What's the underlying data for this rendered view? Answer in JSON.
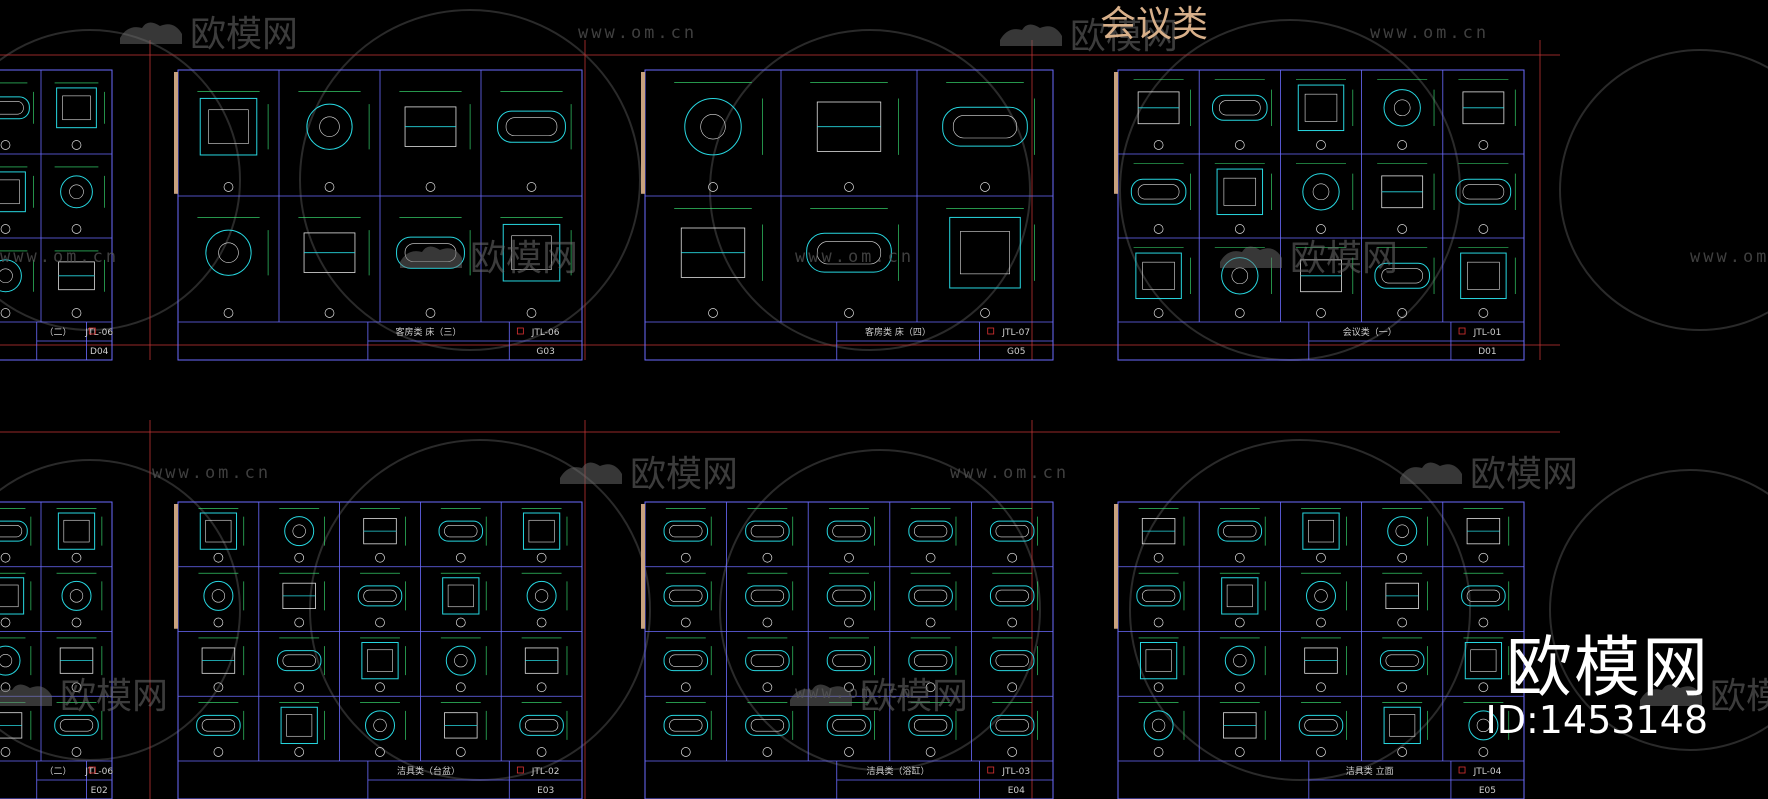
{
  "heading": "会议类",
  "watermark": {
    "brand_mark": "欧模网",
    "url": "www.om.cn"
  },
  "overlay": {
    "brand": "欧模网",
    "id_label": "ID:1453148"
  },
  "sheets": [
    {
      "title": "（二）",
      "code": "JTL-06",
      "num": "D04"
    },
    {
      "title": "客房类 床（三）",
      "code": "JTL-06",
      "num": "G03"
    },
    {
      "title": "客房类 床（四）",
      "code": "JTL-07",
      "num": "G05"
    },
    {
      "title": "会议类（一）",
      "code": "JTL-01",
      "num": "D01"
    },
    {
      "title": "（二）",
      "code": "JTL-06",
      "num": "E02"
    },
    {
      "title": "洁具类（台盆）",
      "code": "JTL-02",
      "num": "E03"
    },
    {
      "title": "洁具类（浴缸）",
      "code": "JTL-03",
      "num": "E04"
    },
    {
      "title": "洁具类 立面",
      "code": "JTL-04",
      "num": "E05"
    }
  ]
}
